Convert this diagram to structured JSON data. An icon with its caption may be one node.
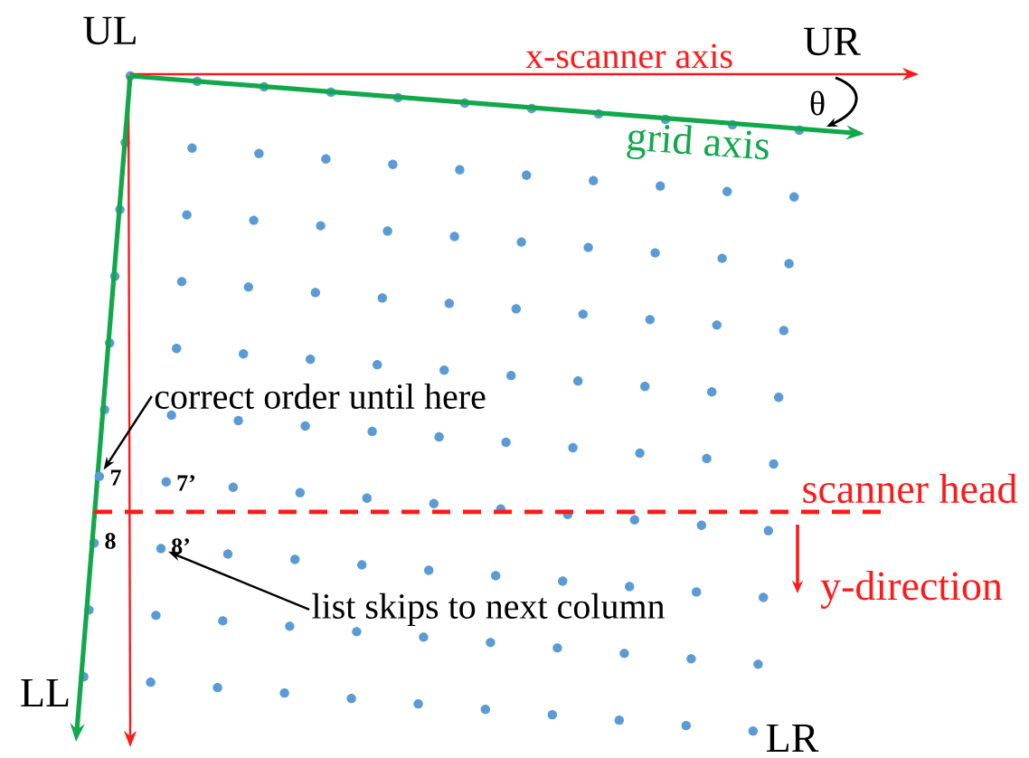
{
  "diagram": {
    "nodes": [
      {
        "text": [
          "correct order until here"
        ]
      },
      {
        "text": [],
        "shape": "circle"
      },
      {
        "text": [
          "list skips to next column"
        ]
      },
      {
        "text": [],
        "shape": "circle"
      }
    ],
    "edges": [
      {
        "from": 0,
        "to": 1,
        "arrow": "to"
      },
      {
        "from": 2,
        "to": 3,
        "arrow": "to"
      }
    ],
    "labels": [
      "UL",
      "x-scanner axis",
      "UR",
      "θ",
      "grid axis",
      "scanner head",
      "7",
      "7’",
      "8",
      "8’",
      "y-direction",
      "LL",
      "LR"
    ]
  }
}
